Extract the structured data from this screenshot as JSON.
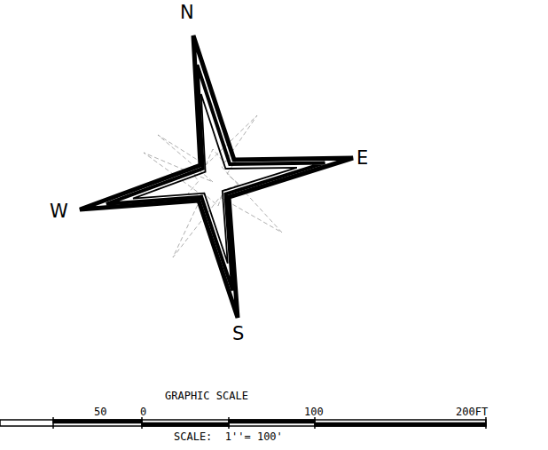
{
  "diagram": {
    "labels": [
      "N",
      "E",
      "W",
      "S",
      "GRAPHIC SCALE",
      "50",
      "0",
      "100",
      "200FT",
      "SCALE:  1''= 100'"
    ]
  }
}
